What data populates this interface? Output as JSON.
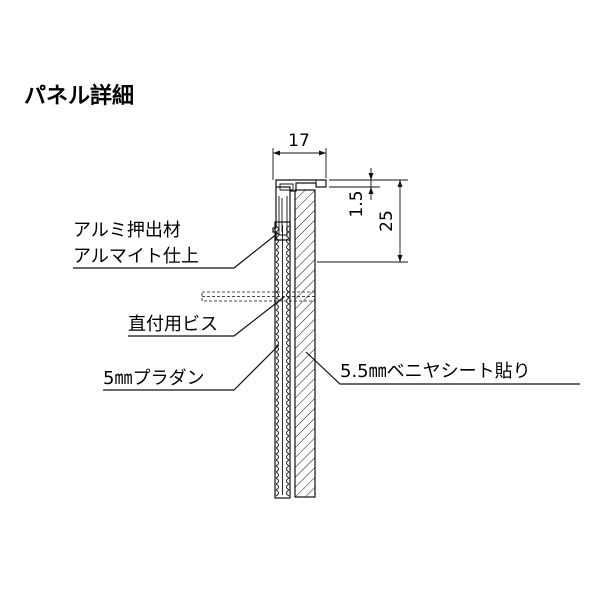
{
  "title": "パネル詳細",
  "labels": {
    "aluminum_profile_line1": "アルミ押出材",
    "aluminum_profile_line2": "アルマイト仕上",
    "direct_screw": "直付用ビス",
    "plastic_corrugated": "5㎜プラダン",
    "veneer_sheet": "5.5㎜ベニヤシート貼り"
  },
  "dimensions": {
    "width": "17",
    "total_height": "25",
    "top_gap": "1.5"
  }
}
